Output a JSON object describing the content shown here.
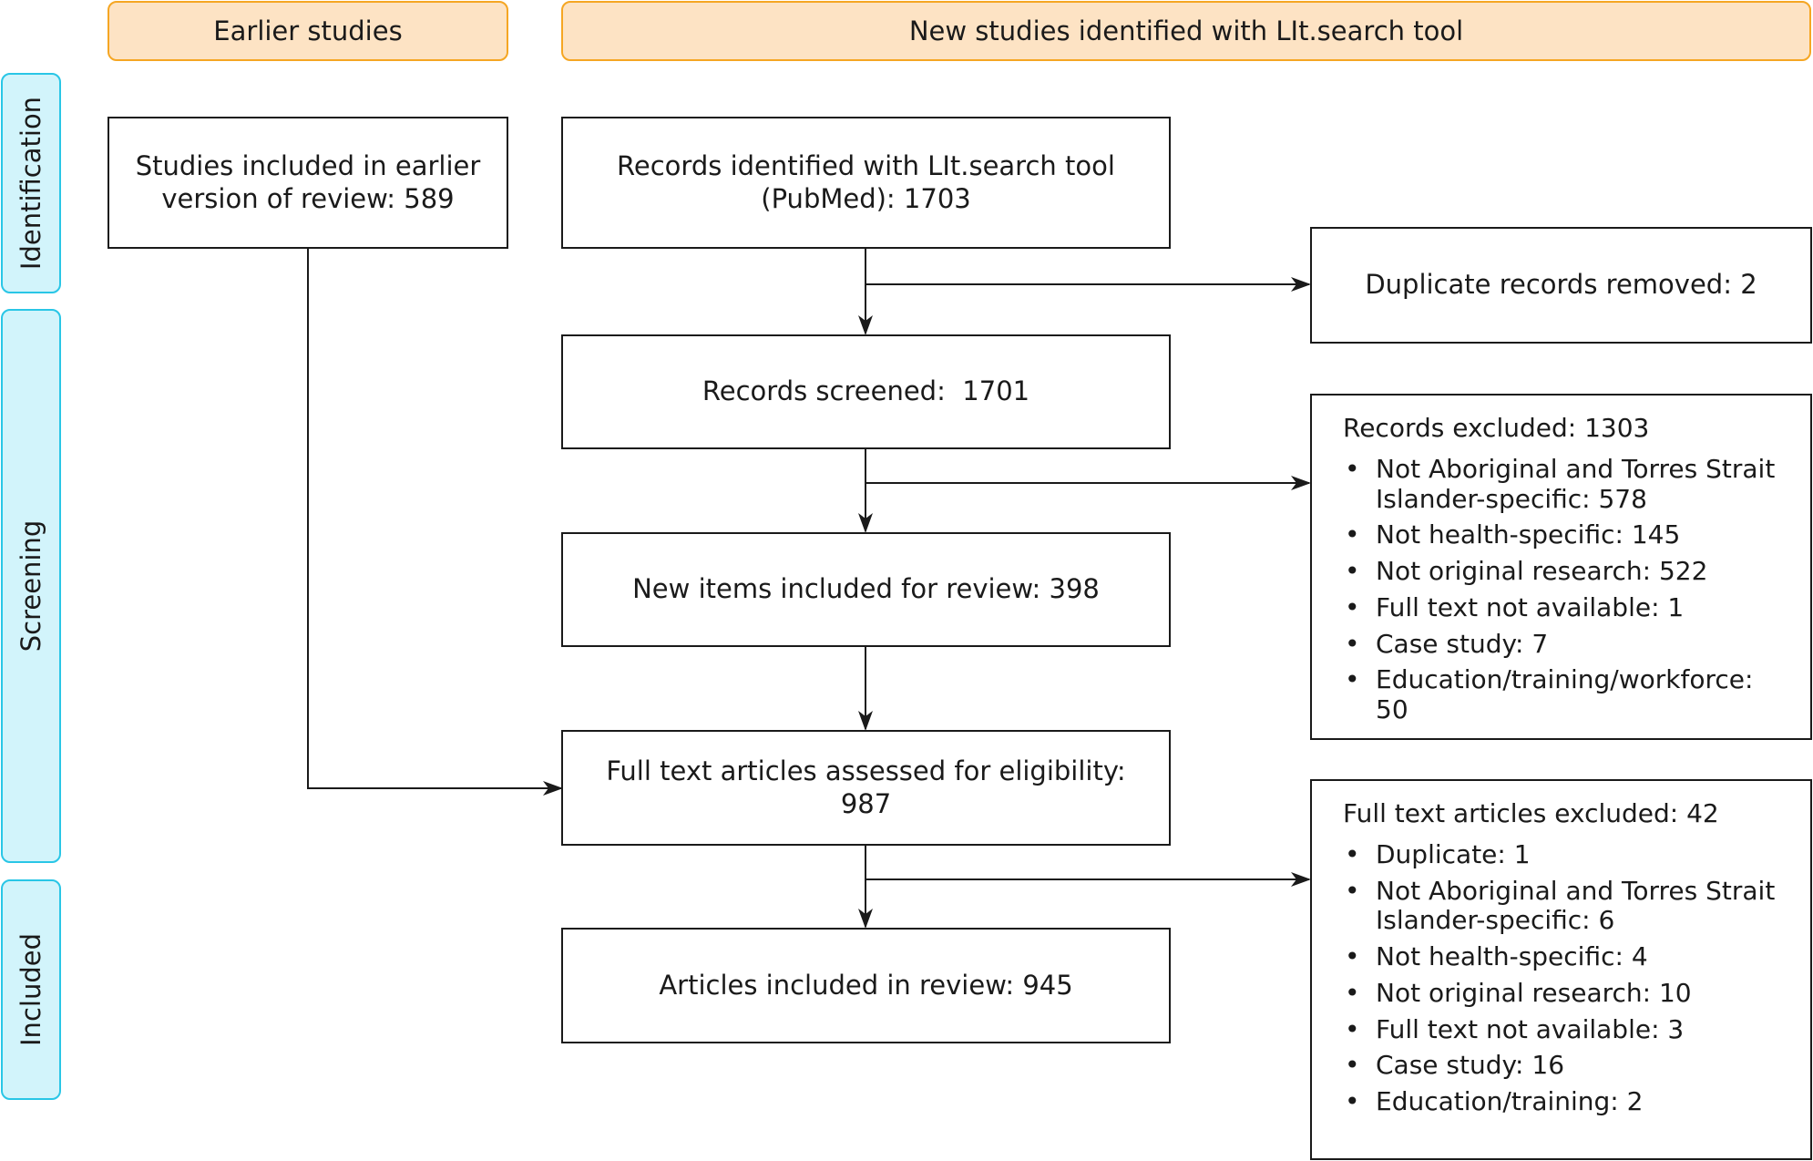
{
  "headers": {
    "earlier": "Earlier studies",
    "new": "New studies identified with LIt.search tool"
  },
  "stages": {
    "identification": "Identification",
    "screening": "Screening",
    "included": "Included"
  },
  "boxes": {
    "earlier_studies": "Studies included in earlier version of review: 589",
    "records_identified": "Records identified with LIt.search tool (PubMed): 1703",
    "duplicates_removed": "Duplicate records removed: 2",
    "records_screened": "Records screened:  1701",
    "new_items": "New items included for review: 398",
    "full_text_assessed": "Full text articles assessed for eligibility: 987",
    "articles_included": "Articles included in review: 945"
  },
  "records_excluded": {
    "title": "Records excluded: 1303",
    "items": [
      "Not Aboriginal and Torres Strait Islander-specific: 578",
      "Not health-specific: 145",
      "Not original research: 522",
      "Full text not available: 1",
      "Case study: 7",
      "Education/training/workforce: 50"
    ]
  },
  "full_text_excluded": {
    "title": "Full text articles excluded: 42",
    "items": [
      "Duplicate: 1",
      "Not Aboriginal and Torres Strait Islander-specific: 6",
      "Not health-specific: 4",
      "Not original research: 10",
      "Full text not available: 3",
      "Case study: 16",
      "Education/training: 2"
    ]
  },
  "colors": {
    "header_fill": "#fde3c4",
    "header_border": "#f5a623",
    "stage_fill": "#d2f4fb",
    "stage_border": "#29c6e6",
    "line": "#1a1a1a"
  }
}
